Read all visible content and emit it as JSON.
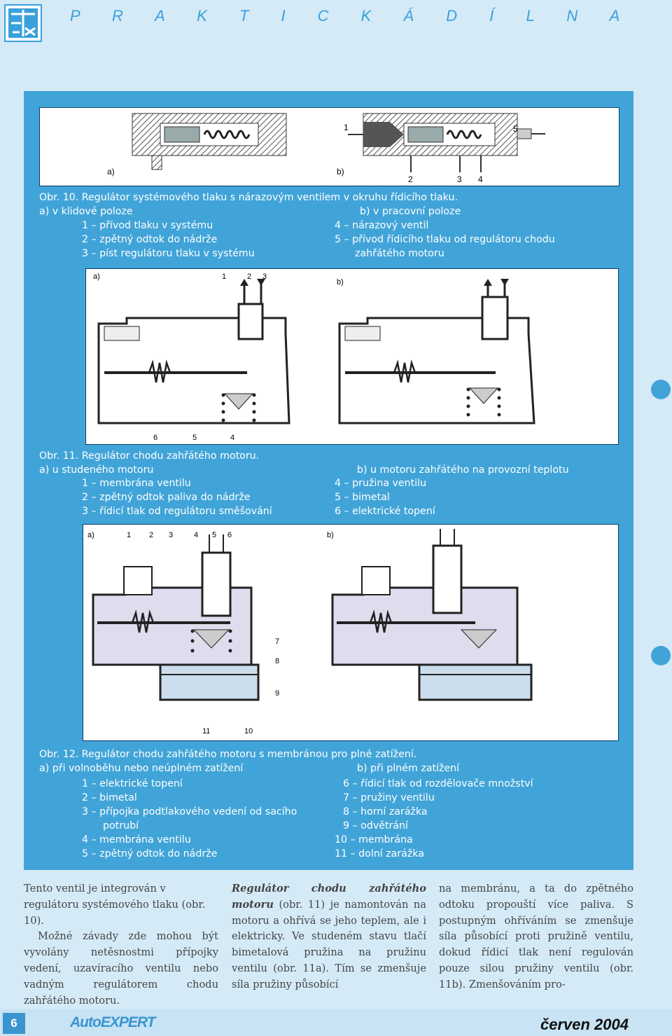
{
  "header": {
    "title": "P R A K T I C K Á   D Í L N A"
  },
  "fig10": {
    "label_a": "a)",
    "label_b": "b)",
    "callouts": [
      "1",
      "2",
      "3",
      "4",
      "5"
    ],
    "caption": {
      "title": "Obr. 10. Regulátor systémového tlaku s nárazovým ventilem v okruhu řídicího tlaku.",
      "a": "a) v klidové poloze",
      "b": "b) v pracovní poloze",
      "items_left": [
        "1 – přívod tlaku v systému",
        "2 – zpětný odtok do nádrže",
        "3 – píst regulátoru tlaku v systému"
      ],
      "items_right": [
        "4 – nárazový ventil",
        "5 – přívod řídicího tlaku od regulátoru chodu",
        "zahřátého motoru"
      ]
    }
  },
  "fig11": {
    "label_a": "a)",
    "label_b": "b)",
    "callouts": [
      "1",
      "2",
      "3",
      "6",
      "5",
      "4"
    ],
    "caption": {
      "title": "Obr. 11. Regulátor chodu zahřátého motoru.",
      "a": "a) u studeného motoru",
      "b": "b) u motoru zahřátého na provozní teplotu",
      "items_left": [
        "1 – membrána ventilu",
        "2 – zpětný odtok paliva do nádrže",
        "3 – řídicí tlak od regulátoru směšování"
      ],
      "items_right": [
        "4 – pružina ventilu",
        "5 – bimetal",
        "6 – elektrické topení"
      ]
    }
  },
  "fig12": {
    "label_a": "a)",
    "label_b": "b)",
    "callouts": [
      "1",
      "2",
      "3",
      "4",
      "5",
      "6",
      "7",
      "8",
      "9",
      "11",
      "10"
    ],
    "caption": {
      "title": "Obr. 12. Regulátor chodu zahřátého motoru s membránou pro plné zatížení.",
      "a": "a) při volnoběhu nebo neúplném zatížení",
      "b": "b) při plném zatížení",
      "items_left": [
        "1 – elektrické topení",
        "2 – bimetal",
        "3 – přípojka podtlakového vedení od sacího",
        "potrubí",
        "4 – membrána ventilu",
        "5 – zpětný odtok do nádrže"
      ],
      "items_right": [
        "6 – řídicí tlak od rozdělovače množství",
        "7 – pružiny ventilu",
        "8 – horní zarážka",
        "9 – odvětrání",
        "10 – membrána",
        "11 – dolní zarážka"
      ]
    }
  },
  "text": {
    "col1_p1": "Tento ventil je integrován v regulátoru systémového tlaku (obr. 10).",
    "col1_p2": "Možné závady zde mohou být vyvolány netěsnostmi přípojky vedení, uzavíracího ventilu nebo vadným regulátorem chodu zahřátého motoru.",
    "col2_bold": "Regulátor chodu zahřátého motoru",
    "col2_rest": " (obr. 11) je namontován na motoru a ohřívá se jeho teplem, ale i elektricky. Ve studeném stavu tlačí bimetalová pružina na pružinu ventilu (obr. 11a). Tím se zmenšuje síla pružiny působící",
    "col3": "na membránu, a ta do zpětného odtoku propouští více paliva. S postupným ohříváním se zmenšuje síla působící proti pružině ventilu, dokud řídicí tlak není regulován pouze silou pružiny ventilu (obr. 11b). Zmenšováním pro-"
  },
  "footer": {
    "page": "6",
    "brand": "AutoEXPERT",
    "date": "červen 2004"
  }
}
